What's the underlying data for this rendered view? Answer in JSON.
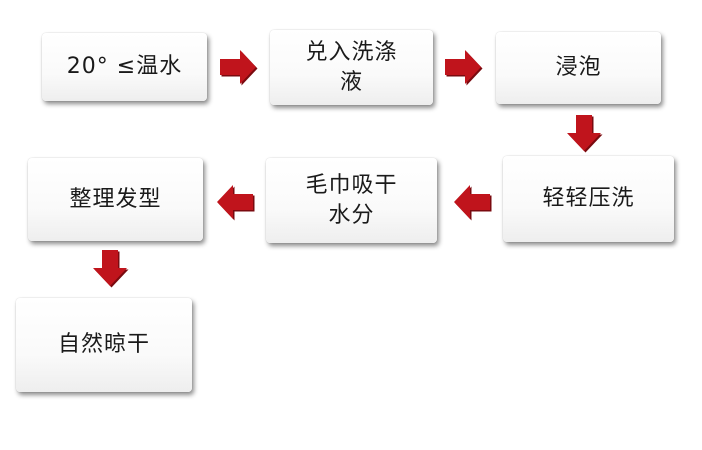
{
  "steps": {
    "water": "20° ≤温水",
    "detergent_line1": "兑入洗涤",
    "detergent_line2": "液",
    "soak": "浸泡",
    "press_wash": "轻轻压洗",
    "towel_line1": "毛巾吸干",
    "towel_line2": "水分",
    "shape": "整理发型",
    "air_dry": "自然晾干"
  },
  "colors": {
    "arrow": "#c0141c",
    "arrow_dark": "#7a0a0f",
    "text": "#1a1a1a"
  }
}
